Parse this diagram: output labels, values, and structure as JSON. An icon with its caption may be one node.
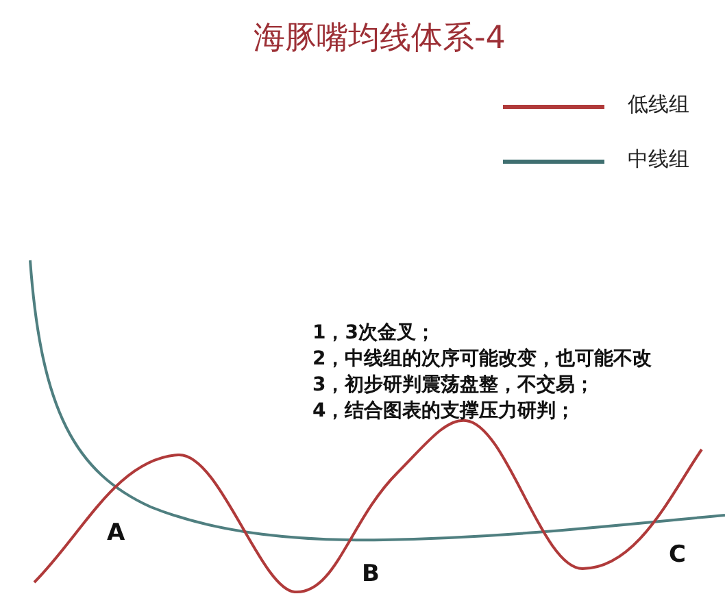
{
  "diagram": {
    "title": "海豚嘴均线体系-4",
    "labels": [
      "1，3次金叉；",
      "2，中线组的次序可能改变，也可能不改",
      "3，初步研判震荡盘整，不交易；",
      "4，结合图表的支撑压力研判；",
      "A",
      "B",
      "C"
    ],
    "legend": [
      {
        "text": "低线组"
      },
      {
        "text": "中线组"
      }
    ]
  }
}
